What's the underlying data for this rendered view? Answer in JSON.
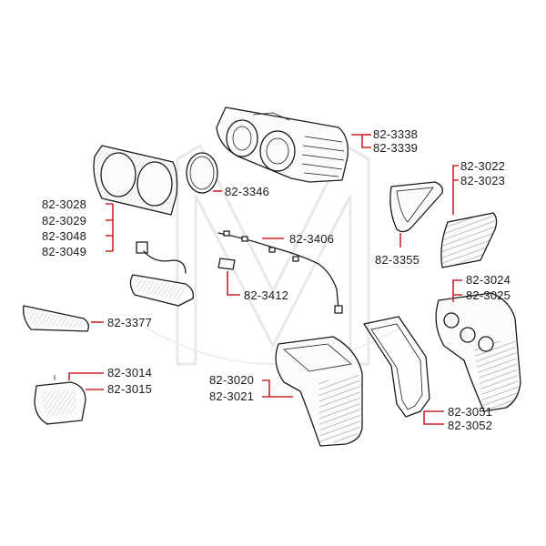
{
  "watermark": {
    "letter": "M",
    "color": "#e8e8e8"
  },
  "colors": {
    "leader": "#c8262b",
    "ink": "#1a1a1a"
  },
  "part_numbers": {
    "p3338": "82-3338",
    "p3339": "82-3339",
    "p3346": "82-3346",
    "p3022": "82-3022",
    "p3023": "82-3023",
    "p3028": "82-3028",
    "p3029": "82-3029",
    "p3048": "82-3048",
    "p3049": "82-3049",
    "p3406": "82-3406",
    "p3355": "82-3355",
    "p3024": "82-3024",
    "p3025": "82-3025",
    "p3412": "82-3412",
    "p3377": "82-3377",
    "p3014": "82-3014",
    "p3015": "82-3015",
    "p3020": "82-3020",
    "p3021": "82-3021",
    "p3051": "82-3051",
    "p3052": "82-3052"
  }
}
